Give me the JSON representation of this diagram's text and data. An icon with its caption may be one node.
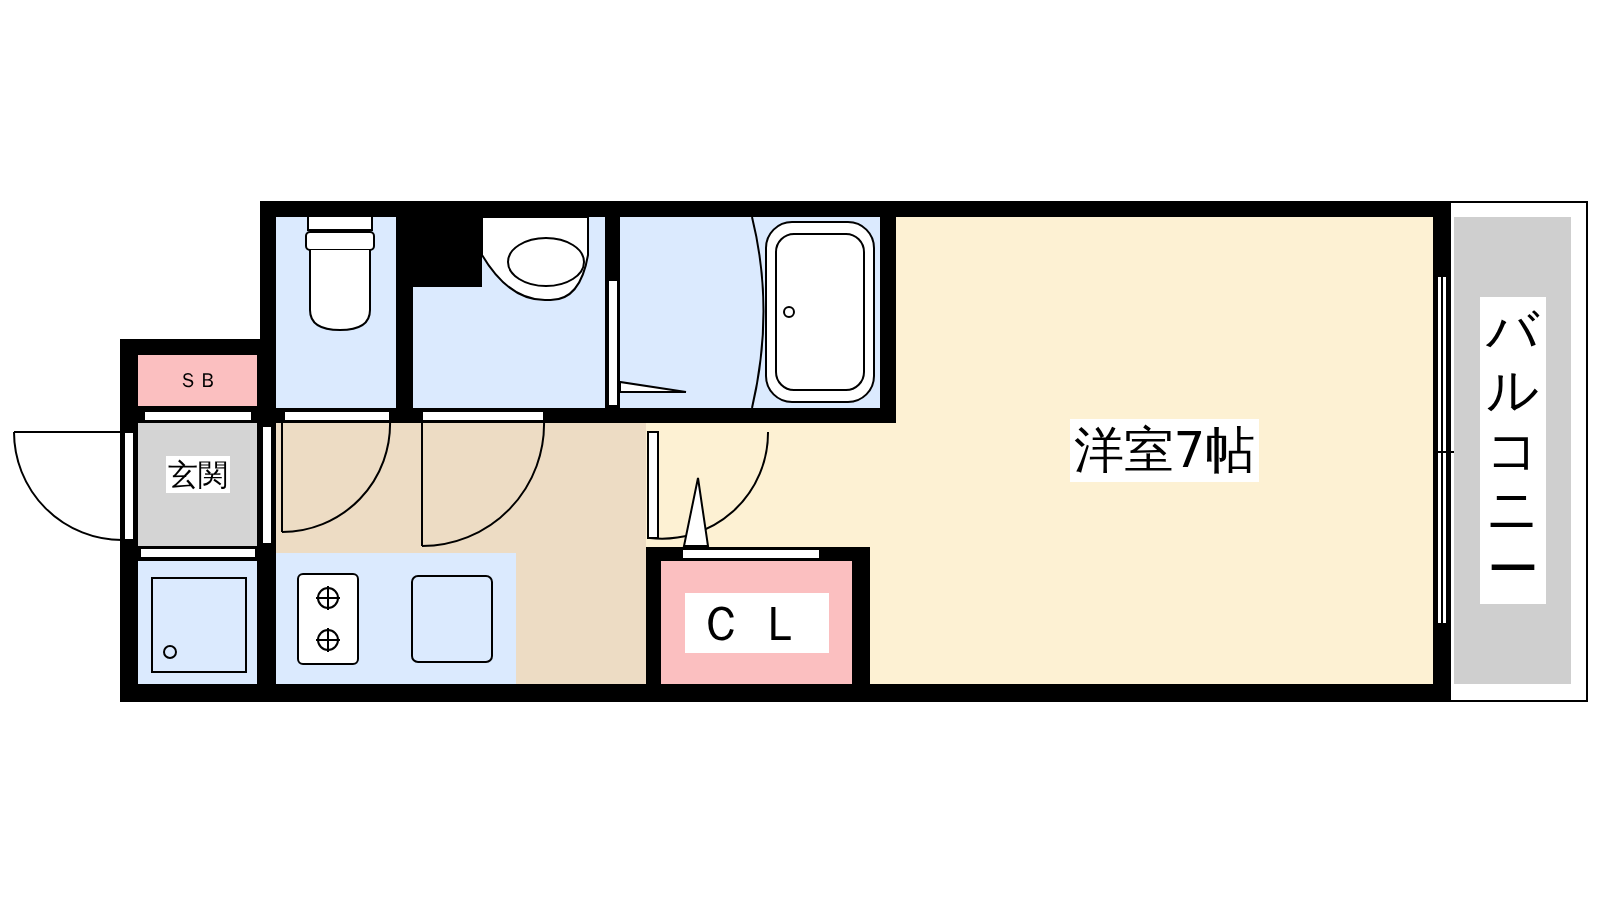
{
  "diagram": {
    "nodes": [
      {
        "text": [
          "ＳＢ"
        ]
      },
      {
        "text": [
          "玄関"
        ]
      },
      {
        "text": [
          "洋室7帖"
        ]
      },
      {
        "text": [
          "ＣＬ"
        ]
      },
      {
        "text": [
          "バルコニー"
        ]
      }
    ]
  }
}
